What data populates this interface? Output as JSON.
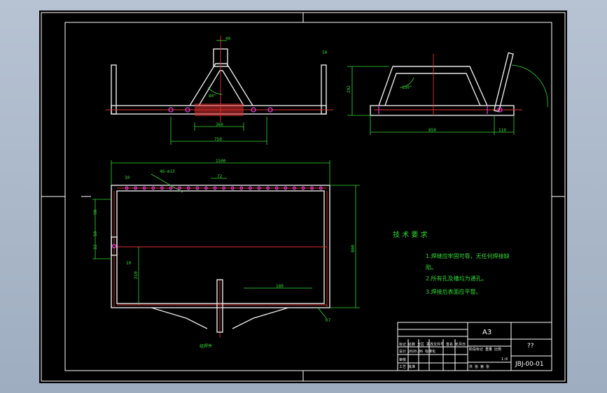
{
  "dims": {
    "front_top": "40",
    "front_right": "50",
    "front_angle": "80°",
    "front_inner": "360",
    "front_outer": "750",
    "side_height": "292",
    "side_angle": "130°",
    "side_base": "850",
    "side_right": "110",
    "plan_width": "1500",
    "plan_holes": "46-ø13",
    "plan_left_gap": "30",
    "plan_pitch": "72",
    "plan_height": "800",
    "plan_180": "180",
    "plan_r7": "R7",
    "plan_left_90": "90",
    "plan_left_50": "50",
    "plan_left_32": "32",
    "plan_left_10": "10",
    "plan_left_310": "310",
    "plan_label": "组焊件"
  },
  "tech": {
    "title": "技 术 要 求",
    "line1": "1.焊缝应牢固可靠，无任何焊接缺",
    "line1b": "陷。",
    "line2": "2.所有孔及槽均为通孔。",
    "line3": "3.焊接后表面应平整。"
  },
  "title_block": {
    "format": "A3",
    "name": "??",
    "drawing_no": "JBJ-00-01",
    "scale": "1:8",
    "small_row1": "标记 处数 分区 更改文件号 签名 年月日",
    "small_row2": "设计 2020.06 标准化",
    "small_row3": "审核",
    "small_row4": "工艺 批准",
    "stage": "阶段标记 重量 比例",
    "sheet": "共 张 第 张"
  },
  "colors": {
    "green": "#35d835",
    "red": "#e03030",
    "magenta": "#e040e0"
  }
}
